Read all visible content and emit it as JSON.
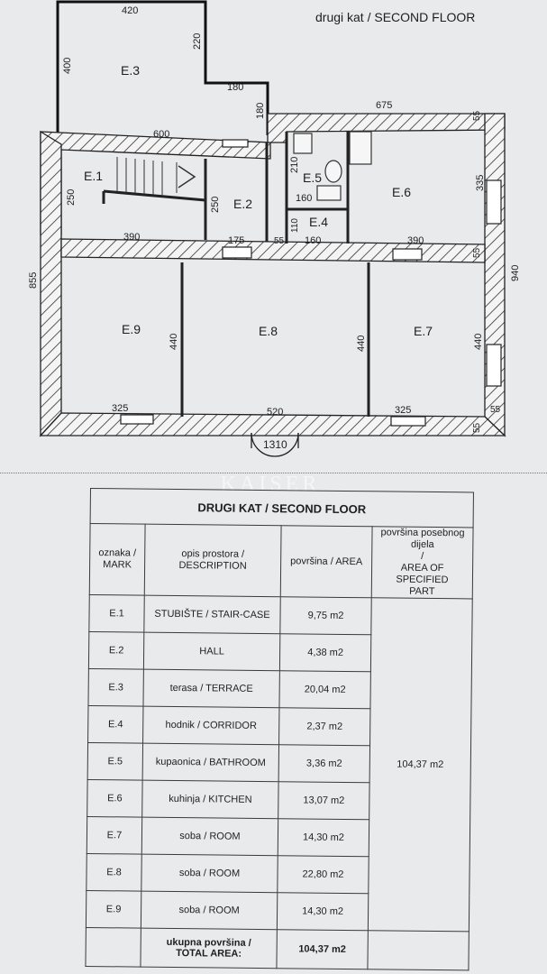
{
  "plan": {
    "title": "drugi kat / SECOND FLOOR",
    "rooms": {
      "e1": "E.1",
      "e2": "E.2",
      "e3": "E.3",
      "e4": "E.4",
      "e5": "E.5",
      "e6": "E.6",
      "e7": "E.7",
      "e8": "E.8",
      "e9": "E.9"
    },
    "dimensions": {
      "d420": "420",
      "d400": "400",
      "d220": "220",
      "d180a": "180",
      "d180b": "180",
      "d675": "675",
      "d600": "600",
      "d250a": "250",
      "d250b": "250",
      "d210": "210",
      "d160a": "160",
      "d110": "110",
      "d160b": "160",
      "d390a": "390",
      "d175": "175",
      "d55a": "55",
      "d390b": "390",
      "d55b": "55",
      "d55c": "55",
      "d335": "335",
      "d855": "855",
      "d940": "940",
      "d440a": "440",
      "d440b": "440",
      "d440c": "440",
      "d325a": "325",
      "d520": "520",
      "d325b": "325",
      "d55d": "55",
      "d55e": "55",
      "d1310": "1310"
    }
  },
  "watermark": "KAISER",
  "table": {
    "title": "DRUGI KAT / SECOND FLOOR",
    "headers": {
      "mark": [
        "oznaka /",
        "MARK"
      ],
      "description": [
        "opis prostora /",
        "DESCRIPTION"
      ],
      "area": "površina / AREA",
      "specified": [
        "površina posebnog dijela",
        "/",
        "AREA OF SPECIFIED",
        "PART"
      ]
    },
    "rows": [
      {
        "mark": "E.1",
        "description": "STUBIŠTE / STAIR-CASE",
        "area": "9,75 m2"
      },
      {
        "mark": "E.2",
        "description": "HALL",
        "area": "4,38 m2"
      },
      {
        "mark": "E.3",
        "description": "terasa / TERRACE",
        "area": "20,04 m2"
      },
      {
        "mark": "E.4",
        "description": "hodnik / CORRIDOR",
        "area": "2,37 m2"
      },
      {
        "mark": "E.5",
        "description": "kupaonica / BATHROOM",
        "area": "3,36 m2"
      },
      {
        "mark": "E.6",
        "description": "kuhinja / KITCHEN",
        "area": "13,07 m2"
      },
      {
        "mark": "E.7",
        "description": "soba / ROOM",
        "area": "14,30 m2"
      },
      {
        "mark": "E.8",
        "description": "soba / ROOM",
        "area": "22,80 m2"
      },
      {
        "mark": "E.9",
        "description": "soba / ROOM",
        "area": "14,30 m2"
      }
    ],
    "specified_total": "104,37 m2",
    "total": {
      "label": [
        "ukupna površina /",
        "TOTAL AREA:"
      ],
      "value": "104,37 m2"
    }
  }
}
